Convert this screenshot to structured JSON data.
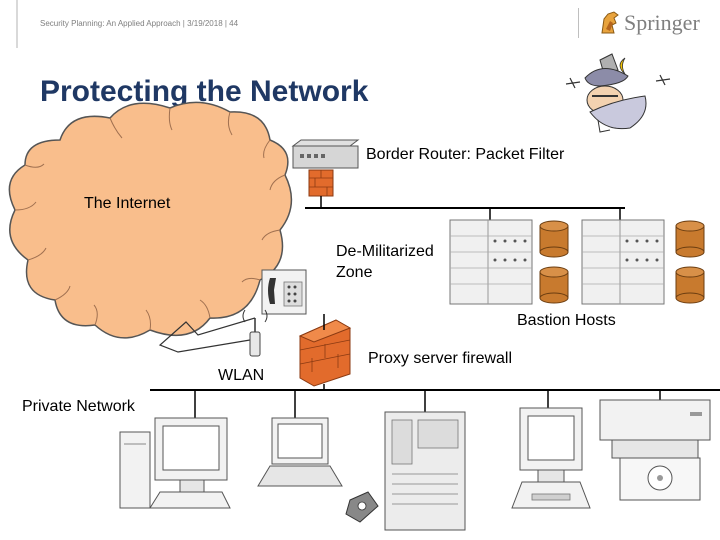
{
  "header": {
    "text": "Security Planning: An Applied Approach | 3/19/2018 | 44",
    "logo": "Springer"
  },
  "title": "Protecting the Network",
  "labels": {
    "border_router": "Border Router: Packet Filter",
    "internet": "The Internet",
    "dmz_line1": "De-Militarized",
    "dmz_line2": "Zone",
    "bastion": "Bastion Hosts",
    "proxy": "Proxy server firewall",
    "wlan": "WLAN",
    "private_network": "Private Network"
  },
  "colors": {
    "cloud": "#f9be8c",
    "title": "#1f3864",
    "firewall": "#e26b2c",
    "disk": "#c87a2e"
  }
}
